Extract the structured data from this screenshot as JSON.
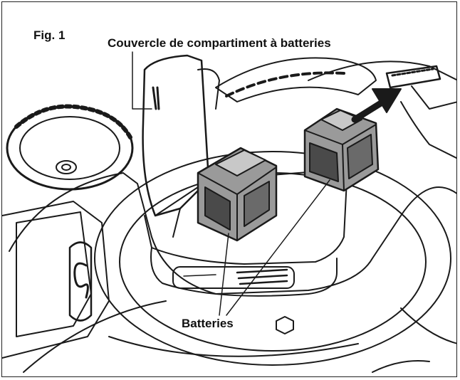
{
  "figure": {
    "label": "Fig. 1",
    "cover_label": "Couvercle de compartiment à batteries",
    "batteries_label": "Batteries"
  },
  "colors": {
    "line": "#1a1a1a",
    "battery_fill": "#9a9a9a",
    "battery_dark": "#4a4a4a",
    "arrow": "#1a1a1a",
    "background": "#ffffff"
  },
  "icons": [
    "lawn-mower-illustration",
    "battery-icon",
    "direction-arrow",
    "brand-logo"
  ]
}
